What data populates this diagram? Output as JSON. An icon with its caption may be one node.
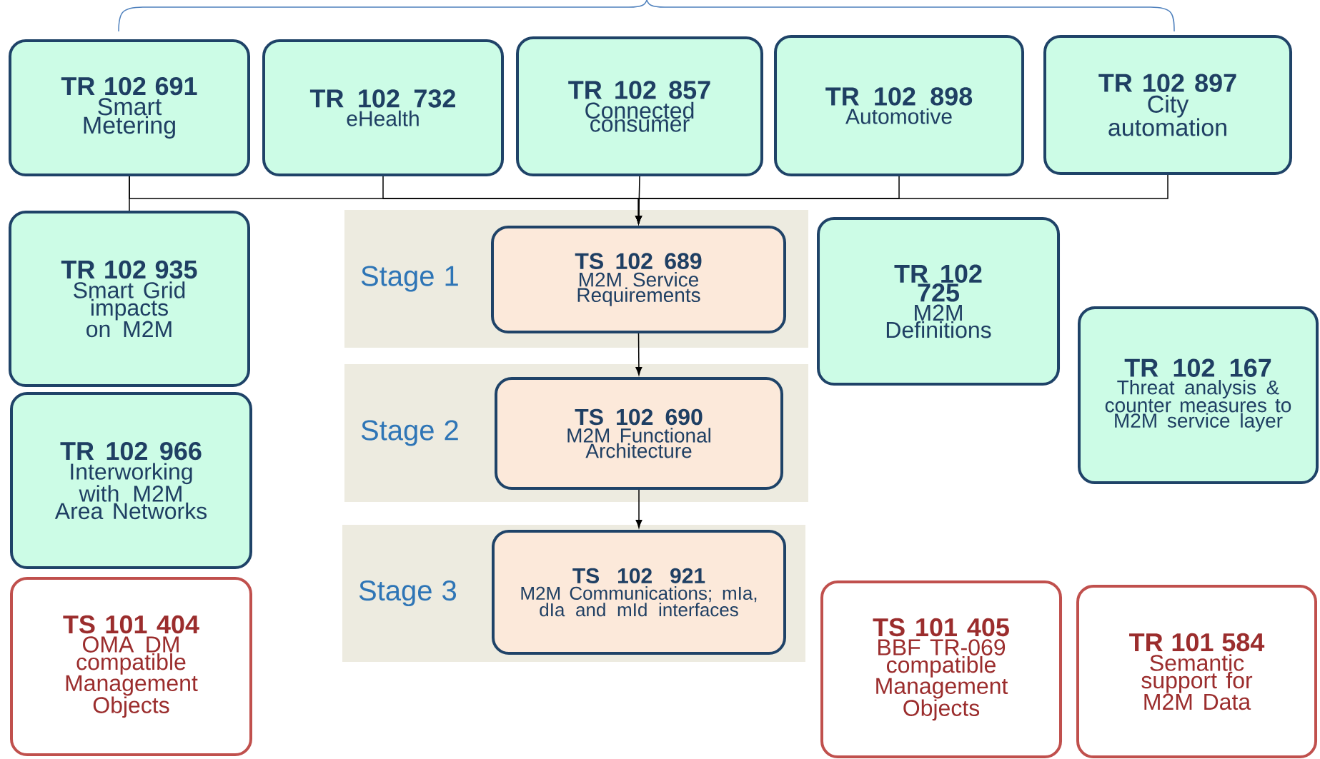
{
  "diagram": {
    "nodes": [
      {
        "text": [
          "TR 102 691",
          "Smart Metering"
        ]
      },
      {
        "text": [
          "TR 102 732",
          "eHealth"
        ]
      },
      {
        "text": [
          "TR 102 857",
          "Connected consumer"
        ]
      },
      {
        "text": [
          "TR 102 898",
          "Automotive"
        ]
      },
      {
        "text": [
          "TR 102 897",
          "City automation"
        ]
      },
      {
        "text": [
          "TR 102 935",
          "Smart Grid impacts on M2M"
        ]
      },
      {
        "text": [
          "Stage 1"
        ]
      },
      {
        "text": [
          "TS 102 689",
          "M2M Service Requirements"
        ],
        "in": 6
      },
      {
        "text": [
          "TR 102 725",
          "M2M Definitions"
        ]
      },
      {
        "text": [
          "TR 102 167",
          "Threat analysis & counter measures to M2M service layer"
        ]
      },
      {
        "text": [
          "TR 102 966",
          "Interworking with M2M Area Networks"
        ]
      },
      {
        "text": [
          "Stage 2"
        ]
      },
      {
        "text": [
          "TS 102 690",
          "M2M Functional Architecture"
        ],
        "in": 11
      },
      {
        "text": [
          "Stage 3"
        ]
      },
      {
        "text": [
          "TS 102 921",
          "M2M Communications; mIa, dIa and mId interfaces"
        ],
        "in": 13
      },
      {
        "text": [
          "TS 101 404",
          "OMA DM compatible Management Objects"
        ]
      },
      {
        "text": [
          "TS 101 405",
          "BBF TR-069 compatible Management Objects"
        ]
      },
      {
        "text": [
          "TR 101 584",
          "Semantic support for M2M Data"
        ]
      }
    ],
    "edges": [
      {
        "from": 0,
        "to": 7,
        "arrow": "to"
      },
      {
        "from": 1,
        "to": 7,
        "arrow": "to"
      },
      {
        "from": 2,
        "to": 7,
        "arrow": "to"
      },
      {
        "from": 3,
        "to": 7,
        "arrow": "to"
      },
      {
        "from": 4,
        "to": 7,
        "arrow": "to"
      },
      {
        "from": 0,
        "to": 5,
        "arrow": "none"
      },
      {
        "from": 7,
        "to": 12,
        "arrow": "to"
      },
      {
        "from": 12,
        "to": 14,
        "arrow": "to"
      }
    ]
  }
}
